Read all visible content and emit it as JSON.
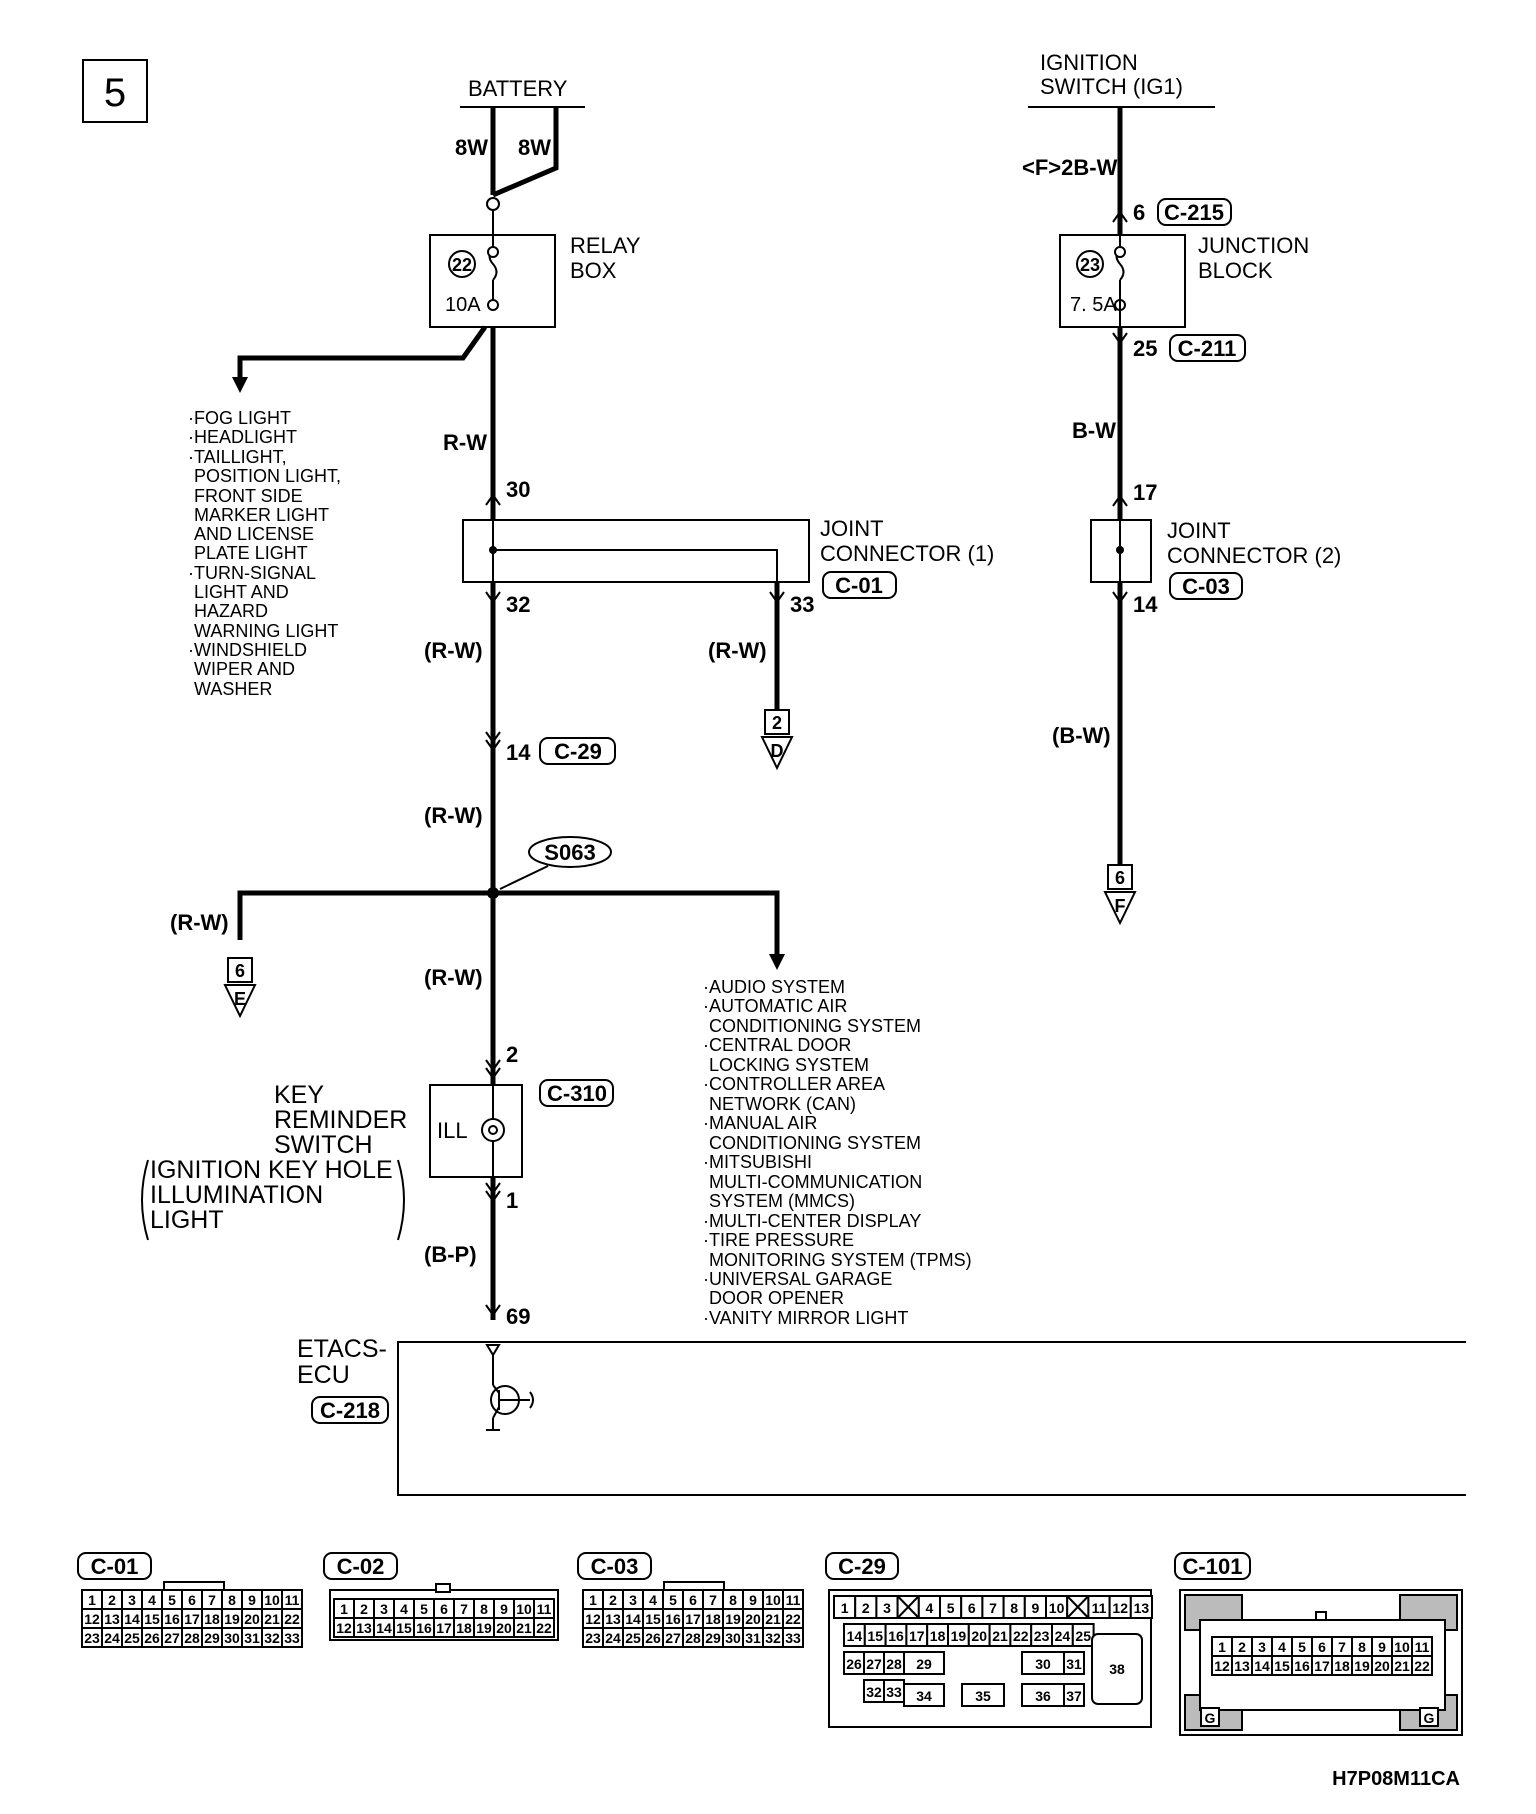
{
  "page_number": "5",
  "battery_label": "BATTERY",
  "battery_wires": [
    "8W",
    "8W"
  ],
  "relay_box": {
    "label_line1": "RELAY",
    "label_line2": "BOX",
    "fuse_no": "22",
    "fuse_rating": "10A"
  },
  "relay_branch_loads": [
    "·FOG LIGHT",
    "·HEADLIGHT",
    "·TAILLIGHT,",
    "POSITION LIGHT,",
    "FRONT SIDE",
    "MARKER LIGHT",
    "AND LICENSE",
    "PLATE LIGHT",
    "·TURN-SIGNAL",
    "LIGHT AND",
    "HAZARD",
    "WARNING LIGHT",
    "·WINDSHIELD",
    "WIPER AND",
    "WASHER"
  ],
  "left_wire_color": "R-W",
  "joint1": {
    "label_line1": "JOINT",
    "label_line2": "CONNECTOR (1)",
    "connector": "C-01",
    "pin_in": "30",
    "pin_out1": "32",
    "pin_out2": "33"
  },
  "wire_rw_paren": "(R-W)",
  "c29_pin": "14",
  "c29_conn": "C-29",
  "ref_d_num": "2",
  "ref_d_letter": "D",
  "splice": "S063",
  "ref_e_num": "6",
  "ref_e_letter": "E",
  "right_branch_loads": [
    "·AUDIO SYSTEM",
    "·AUTOMATIC AIR",
    "CONDITIONING SYSTEM",
    "·CENTRAL DOOR",
    "LOCKING SYSTEM",
    "·CONTROLLER AREA",
    "NETWORK (CAN)",
    "·MANUAL AIR",
    "CONDITIONING SYSTEM",
    "·MITSUBISHI",
    "MULTI-COMMUNICATION",
    "SYSTEM (MMCS)",
    "·MULTI-CENTER DISPLAY",
    "·TIRE PRESSURE",
    "MONITORING SYSTEM (TPMS)",
    "·UNIVERSAL GARAGE",
    "DOOR OPENER",
    "·VANITY MIRROR LIGHT"
  ],
  "key_switch": {
    "lines": [
      "KEY",
      "REMINDER",
      "SWITCH"
    ],
    "paren_lines": [
      "IGNITION KEY HOLE",
      "ILLUMINATION",
      "LIGHT"
    ],
    "inner": "ILL",
    "connector": "C-310",
    "pin_top": "2",
    "pin_bottom": "1"
  },
  "wire_bp": "(B-P)",
  "etacs": {
    "line1": "ETACS-",
    "line2": "ECU",
    "connector": "C-218",
    "pin": "69"
  },
  "ignition": {
    "line1": "IGNITION",
    "line2": "SWITCH (IG1)",
    "wire": "<F>2B-W"
  },
  "junction_block": {
    "label_line1": "JUNCTION",
    "label_line2": "BLOCK",
    "fuse_no": "23",
    "fuse_rating": "7. 5A",
    "pin_in": "6",
    "conn_in": "C-215",
    "pin_out": "25",
    "conn_out": "C-211"
  },
  "right_wire_color": "B-W",
  "joint2": {
    "label_line1": "JOINT",
    "label_line2": "CONNECTOR (2)",
    "connector": "C-03",
    "pin_in": "17",
    "pin_out": "14"
  },
  "wire_bw_paren": "(B-W)",
  "ref_f_num": "6",
  "ref_f_letter": "F",
  "connectors": {
    "c01": {
      "name": "C-01",
      "rows": [
        [
          "1",
          "2",
          "3",
          "4",
          "5",
          "6",
          "7",
          "8",
          "9",
          "10",
          "11"
        ],
        [
          "12",
          "13",
          "14",
          "15",
          "16",
          "17",
          "18",
          "19",
          "20",
          "21",
          "22"
        ],
        [
          "23",
          "24",
          "25",
          "26",
          "27",
          "28",
          "29",
          "30",
          "31",
          "32",
          "33"
        ]
      ]
    },
    "c02": {
      "name": "C-02",
      "rows": [
        [
          "1",
          "2",
          "3",
          "4",
          "5",
          "6",
          "7",
          "8",
          "9",
          "10",
          "11"
        ],
        [
          "12",
          "13",
          "14",
          "15",
          "16",
          "17",
          "18",
          "19",
          "20",
          "21",
          "22"
        ]
      ]
    },
    "c03": {
      "name": "C-03",
      "rows": [
        [
          "1",
          "2",
          "3",
          "4",
          "5",
          "6",
          "7",
          "8",
          "9",
          "10",
          "11"
        ],
        [
          "12",
          "13",
          "14",
          "15",
          "16",
          "17",
          "18",
          "19",
          "20",
          "21",
          "22"
        ],
        [
          "23",
          "24",
          "25",
          "26",
          "27",
          "28",
          "29",
          "30",
          "31",
          "32",
          "33"
        ]
      ]
    },
    "c29": {
      "name": "C-29",
      "row1": [
        "1",
        "2",
        "3",
        "",
        "4",
        "5",
        "6",
        "7",
        "8",
        "9",
        "10",
        "",
        "11",
        "12",
        "13"
      ],
      "row2": [
        "14",
        "15",
        "16",
        "17",
        "18",
        "19",
        "20",
        "21",
        "22",
        "23",
        "24",
        "25"
      ],
      "row3a": [
        "26",
        "27",
        "28"
      ],
      "row3b": "29",
      "row3c": "30",
      "row3d": "31",
      "row4a": [
        "32",
        "33"
      ],
      "row4b": "34",
      "row4c": "35",
      "row4d": "36",
      "row4e": "37",
      "big": "38"
    },
    "c101": {
      "name": "C-101",
      "rows": [
        [
          "1",
          "2",
          "3",
          "4",
          "5",
          "6",
          "7",
          "8",
          "9",
          "10",
          "11"
        ],
        [
          "12",
          "13",
          "14",
          "15",
          "16",
          "17",
          "18",
          "19",
          "20",
          "21",
          "22"
        ]
      ],
      "ground": "G"
    }
  },
  "figure_code": "H7P08M11CA"
}
